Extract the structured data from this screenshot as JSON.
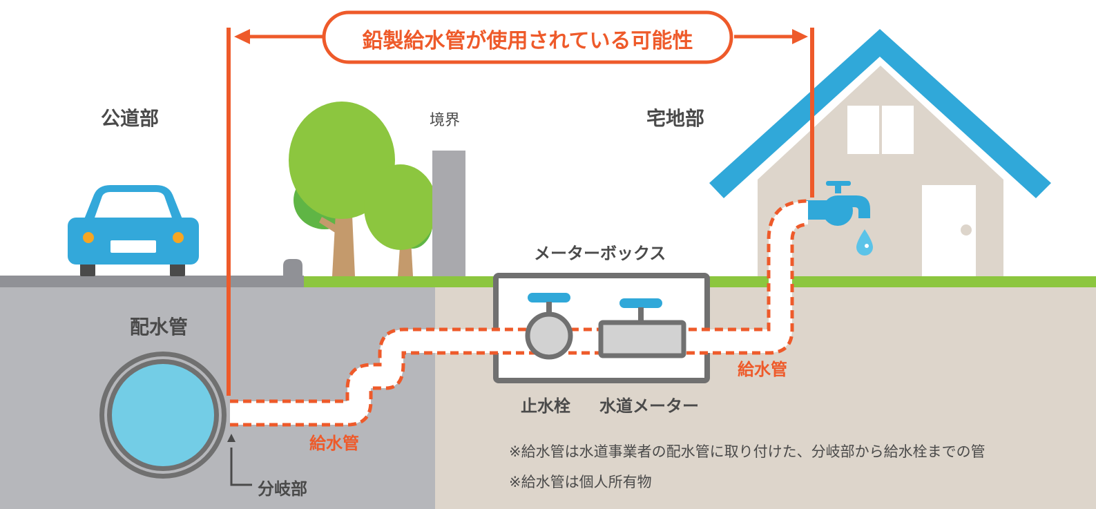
{
  "banner": {
    "text": "鉛製給水管が使用されている可能性"
  },
  "areas": {
    "public_road": "公道部",
    "boundary": "境界",
    "private_land": "宅地部"
  },
  "components": {
    "distribution_main": "配水管",
    "meter_box": "メーターボックス",
    "stop_valve": "止水栓",
    "water_meter": "水道メーター",
    "branch_point": "分岐部"
  },
  "pipe_labels": {
    "service_pipe_public": "給水管",
    "service_pipe_private": "給水管"
  },
  "notes": [
    "※給水管は水道事業者の配水管に取り付けた、分岐部から給水栓までの管",
    "※給水管は個人所有物"
  ],
  "colors": {
    "accent_orange": "#ee5a2a",
    "road_gray": "#b6b7bb",
    "soil_beige": "#ddd5cb",
    "grass_green": "#8cc63f",
    "car_blue": "#33a8da",
    "main_water": "#73cde6",
    "roof_blue": "#30a8d9",
    "house_wall": "#ddd5cb",
    "equipment_gray": "#707070"
  },
  "icons": [
    "car-icon",
    "tree-icon",
    "boundary-post-icon",
    "house-icon",
    "faucet-icon",
    "water-drop-icon",
    "stop-valve-icon",
    "water-meter-icon",
    "distribution-main-icon"
  ]
}
